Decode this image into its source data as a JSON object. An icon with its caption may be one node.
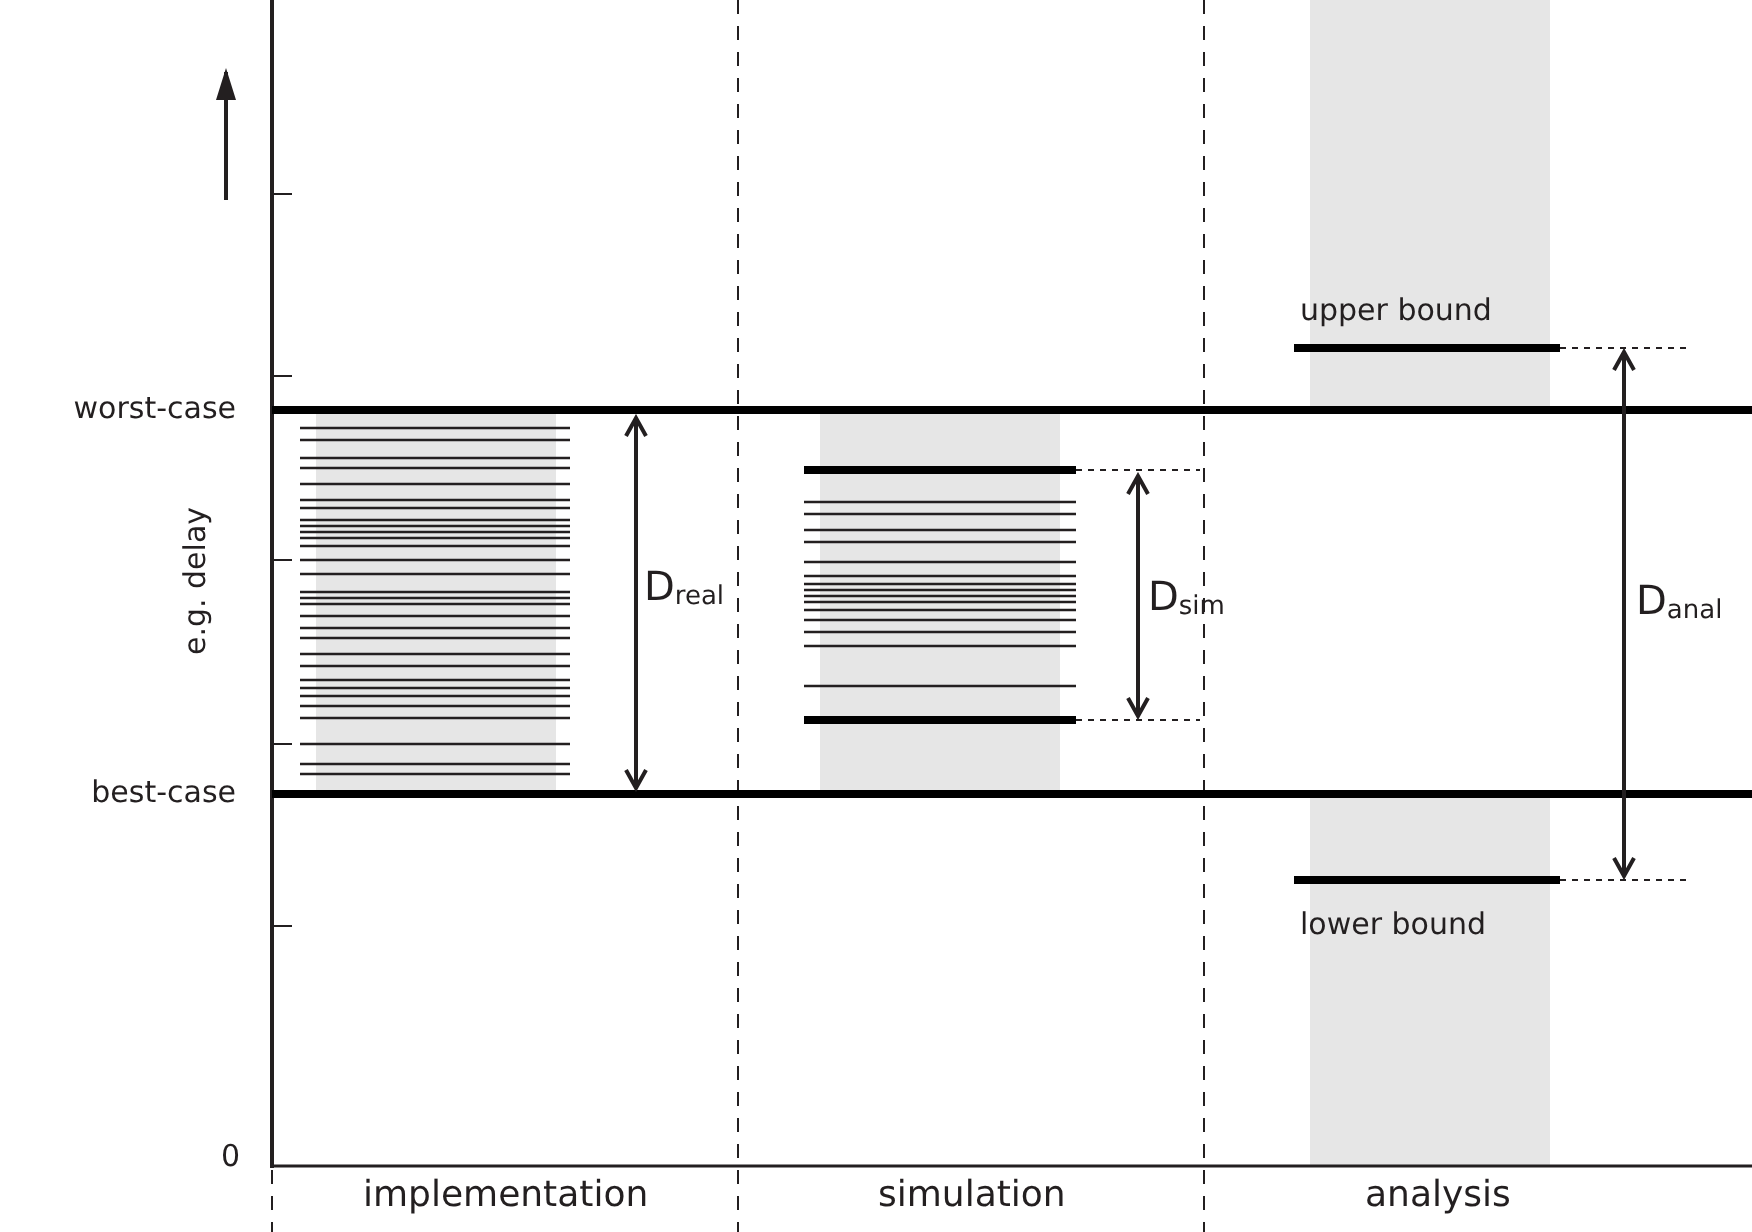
{
  "diagram": {
    "labels": [
      "upper bound",
      "worst-case",
      "e.g. delay",
      "D$_{real}$",
      "D$_{sim}$",
      "D$_{anal}$",
      "best-case",
      "lower bound",
      "0",
      "implementation",
      "simulation",
      "analysis"
    ]
  }
}
